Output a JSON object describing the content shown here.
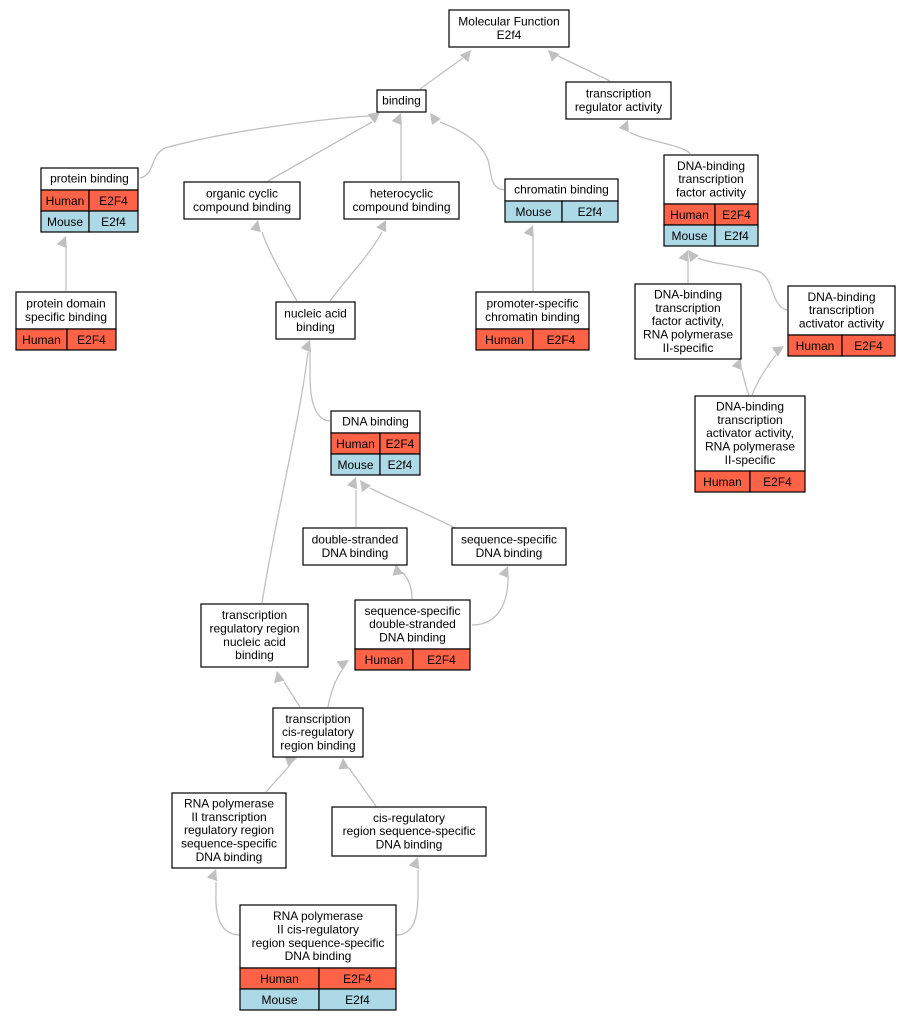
{
  "colors": {
    "human": "#ff6347",
    "mouse": "#add8e6",
    "edge": "#c0c0c0"
  },
  "nodes": [
    {
      "id": "mf",
      "label": [
        "Molecular Function",
        "E2f4"
      ],
      "rows": []
    },
    {
      "id": "bind",
      "label": [
        "binding"
      ],
      "rows": []
    },
    {
      "id": "tra",
      "label": [
        "transcription",
        "regulator activity"
      ],
      "rows": []
    },
    {
      "id": "pb",
      "label": [
        "protein binding"
      ],
      "rows": [
        [
          "Human",
          "E2F4"
        ],
        [
          "Mouse",
          "E2f4"
        ]
      ]
    },
    {
      "id": "occb",
      "label": [
        "organic cyclic",
        "compound binding"
      ],
      "rows": []
    },
    {
      "id": "hcb",
      "label": [
        "heterocyclic",
        "compound binding"
      ],
      "rows": []
    },
    {
      "id": "cb",
      "label": [
        "chromatin binding"
      ],
      "rows": [
        [
          "Mouse",
          "E2f4"
        ]
      ]
    },
    {
      "id": "dbtfa",
      "label": [
        "DNA-binding",
        "transcription",
        "factor activity"
      ],
      "rows": [
        [
          "Human",
          "E2F4"
        ],
        [
          "Mouse",
          "E2f4"
        ]
      ]
    },
    {
      "id": "pdsb",
      "label": [
        "protein domain",
        "specific binding"
      ],
      "rows": [
        [
          "Human",
          "E2F4"
        ]
      ]
    },
    {
      "id": "nab",
      "label": [
        "nucleic acid",
        "binding"
      ],
      "rows": []
    },
    {
      "id": "pscb",
      "label": [
        "promoter-specific",
        "chromatin binding"
      ],
      "rows": [
        [
          "Human",
          "E2F4"
        ]
      ]
    },
    {
      "id": "dbtfa2",
      "label": [
        "DNA-binding",
        "transcription",
        "factor activity,",
        "RNA polymerase",
        "II-specific"
      ],
      "rows": []
    },
    {
      "id": "dbtaa",
      "label": [
        "DNA-binding",
        "transcription",
        "activator activity"
      ],
      "rows": [
        [
          "Human",
          "E2F4"
        ]
      ]
    },
    {
      "id": "dbtaa2",
      "label": [
        "DNA-binding",
        "transcription",
        "activator activity,",
        "RNA polymerase",
        "II-specific"
      ],
      "rows": [
        [
          "Human",
          "E2F4"
        ]
      ]
    },
    {
      "id": "dnab",
      "label": [
        "DNA binding"
      ],
      "rows": [
        [
          "Human",
          "E2F4"
        ],
        [
          "Mouse",
          "E2f4"
        ]
      ]
    },
    {
      "id": "dsdb",
      "label": [
        "double-stranded",
        "DNA binding"
      ],
      "rows": []
    },
    {
      "id": "ssdb",
      "label": [
        "sequence-specific",
        "DNA binding"
      ],
      "rows": []
    },
    {
      "id": "trrnab",
      "label": [
        "transcription",
        "regulatory region",
        "nucleic acid",
        "binding"
      ],
      "rows": []
    },
    {
      "id": "ssdsdb",
      "label": [
        "sequence-specific",
        "double-stranded",
        "DNA binding"
      ],
      "rows": [
        [
          "Human",
          "E2F4"
        ]
      ]
    },
    {
      "id": "tcrrb",
      "label": [
        "transcription",
        "cis-regulatory",
        "region binding"
      ],
      "rows": []
    },
    {
      "id": "rp2tr",
      "label": [
        "RNA polymerase",
        "II transcription",
        "regulatory region",
        "sequence-specific",
        "DNA binding"
      ],
      "rows": []
    },
    {
      "id": "crrss",
      "label": [
        "cis-regulatory",
        "region sequence-specific",
        "DNA binding"
      ],
      "rows": []
    },
    {
      "id": "rp2cr",
      "label": [
        "RNA polymerase",
        "II cis-regulatory",
        "region sequence-specific",
        "DNA binding"
      ],
      "rows": [
        [
          "Human",
          "E2F4"
        ],
        [
          "Mouse",
          "E2f4"
        ]
      ]
    }
  ]
}
